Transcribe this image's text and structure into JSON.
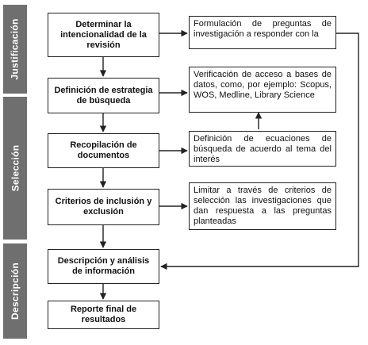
{
  "phases": [
    {
      "id": "justificacion",
      "label": "Justificación"
    },
    {
      "id": "seleccion",
      "label": "Selección"
    },
    {
      "id": "descripcion",
      "label": "Descripción"
    }
  ],
  "steps": [
    {
      "id": "step1",
      "label": "Determinar la intencionalidad de la revisión"
    },
    {
      "id": "step2",
      "label": "Definición de estrategia de búsqueda"
    },
    {
      "id": "step3",
      "label": "Recopilación de documentos"
    },
    {
      "id": "step4",
      "label": "Criterios de inclusión y exclusión"
    },
    {
      "id": "step5",
      "label": "Descripción y análisis de información"
    },
    {
      "id": "step6",
      "label": "Reporte final de resultados"
    }
  ],
  "notes": [
    {
      "id": "note1",
      "label": "Formulación de preguntas de investigación a responder con la"
    },
    {
      "id": "note2",
      "label": "Verificación de acceso a bases de datos, como, por ejemplo: Scopus, WOS, Medline, Library Science"
    },
    {
      "id": "note3",
      "label": "Definición de ecuaciones de búsqueda de acuerdo al tema del interés"
    },
    {
      "id": "note4",
      "label": "Limitar a través de criterios de selección las investigaciones que dan respuesta a las preguntas planteadas"
    }
  ],
  "colors": {
    "band": "#6f6f6f",
    "line": "#222222"
  }
}
